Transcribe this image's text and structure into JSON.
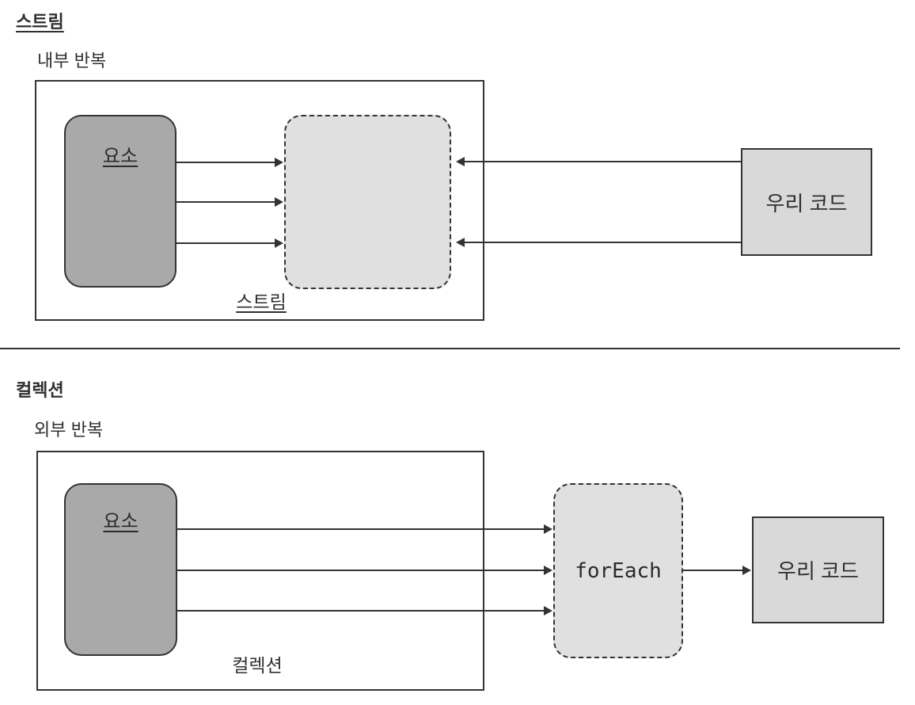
{
  "colors": {
    "background": "#ffffff",
    "border": "#333333",
    "text": "#2f2f2f",
    "elements_fill": "#a9a9a9",
    "hidden_iteration_fill": "#e0e0e0",
    "code_box_fill": "#d9d9d9"
  },
  "stream": {
    "title": "스트림",
    "iteration_label": "내부 반복",
    "elements_label": "요소",
    "box_label": "스트림",
    "code_label": "우리 코드"
  },
  "collection": {
    "title": "컬렉션",
    "iteration_label": "외부 반복",
    "elements_label": "요소",
    "foreach_label": "forEach",
    "box_label": "컬렉션",
    "code_label": "우리 코드"
  }
}
